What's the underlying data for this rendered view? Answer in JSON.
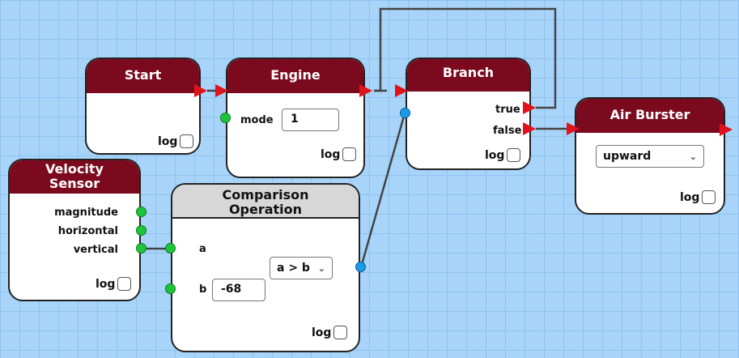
{
  "nodes": {
    "start": {
      "title": "Start",
      "log_label": "log"
    },
    "engine": {
      "title": "Engine",
      "mode_label": "mode",
      "mode_value": "1",
      "log_label": "log"
    },
    "branch": {
      "title": "Branch",
      "true_label": "true",
      "false_label": "false",
      "log_label": "log"
    },
    "air_burster": {
      "title": "Air Burster",
      "direction_value": "upward",
      "log_label": "log"
    },
    "velocity_sensor": {
      "title_line1": "Velocity",
      "title_line2": "Sensor",
      "magnitude_label": "magnitude",
      "horizontal_label": "horizontal",
      "vertical_label": "vertical",
      "log_label": "log"
    },
    "comparison": {
      "title_line1": "Comparison",
      "title_line2": "Operation",
      "a_label": "a",
      "b_label": "b",
      "b_value": "-68",
      "operator_value": "a > b",
      "log_label": "log"
    }
  },
  "colors": {
    "header": "#7c0a1e",
    "background": "#a8d4fa",
    "exec_port": "#e0121c",
    "data_port": "#1fc43a",
    "bool_port": "#1a9be8"
  },
  "icons": {
    "dropdown": "chevron-down-icon",
    "flow": "triangle-right-icon"
  }
}
